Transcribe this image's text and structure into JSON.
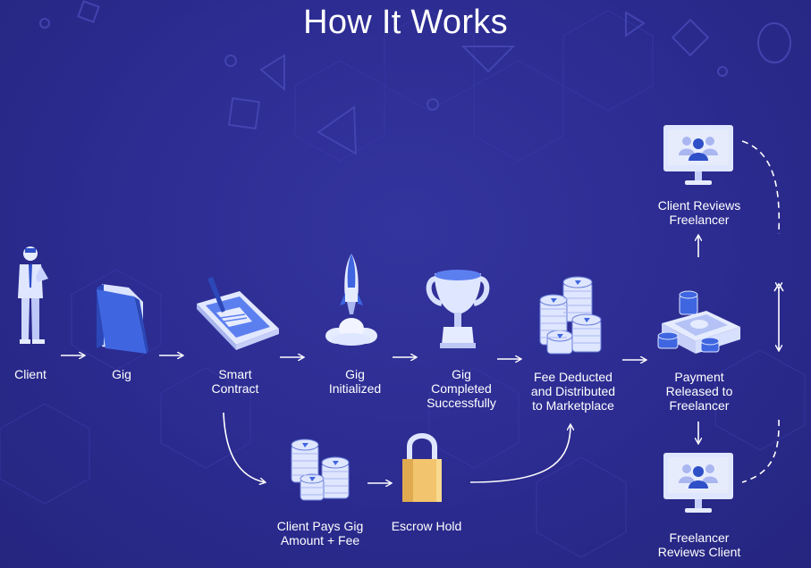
{
  "title": "How It Works",
  "steps": {
    "client": [
      "Client"
    ],
    "gig": [
      "Gig"
    ],
    "smart_contract": [
      "Smart",
      "Contract"
    ],
    "gig_initialized": [
      "Gig",
      "Initialized"
    ],
    "gig_completed": [
      "Gig",
      "Completed",
      "Successfully"
    ],
    "fee_deducted": [
      "Fee Deducted",
      "and Distributed",
      "to Marketplace"
    ],
    "payment_released": [
      "Payment",
      "Released to",
      "Freelancer"
    ],
    "client_reviews": [
      "Client Reviews",
      "Freelancer"
    ],
    "freelancer_reviews": [
      "Freelancer",
      "Reviews Client"
    ],
    "client_pays": [
      "Client Pays Gig",
      "Amount + Fee"
    ],
    "escrow_hold": [
      "Escrow Hold"
    ]
  },
  "icons": {
    "client": "businessman-icon",
    "gig": "folder-icon",
    "smart_contract": "tablet-signing-icon",
    "gig_initialized": "rocket-icon",
    "gig_completed": "trophy-icon",
    "fee_deducted": "coin-stacks-icon",
    "payment_released": "cash-stack-icon",
    "client_reviews": "monitor-users-icon",
    "freelancer_reviews": "monitor-users-icon",
    "client_pays": "coin-stacks-icon",
    "escrow_hold": "padlock-icon"
  },
  "colors": {
    "background": "#2b2b90",
    "text": "#ffffff",
    "icon_light": "#d8e0ff",
    "icon_blue": "#3b5bdb",
    "lock_gold": "#f2c46d"
  }
}
